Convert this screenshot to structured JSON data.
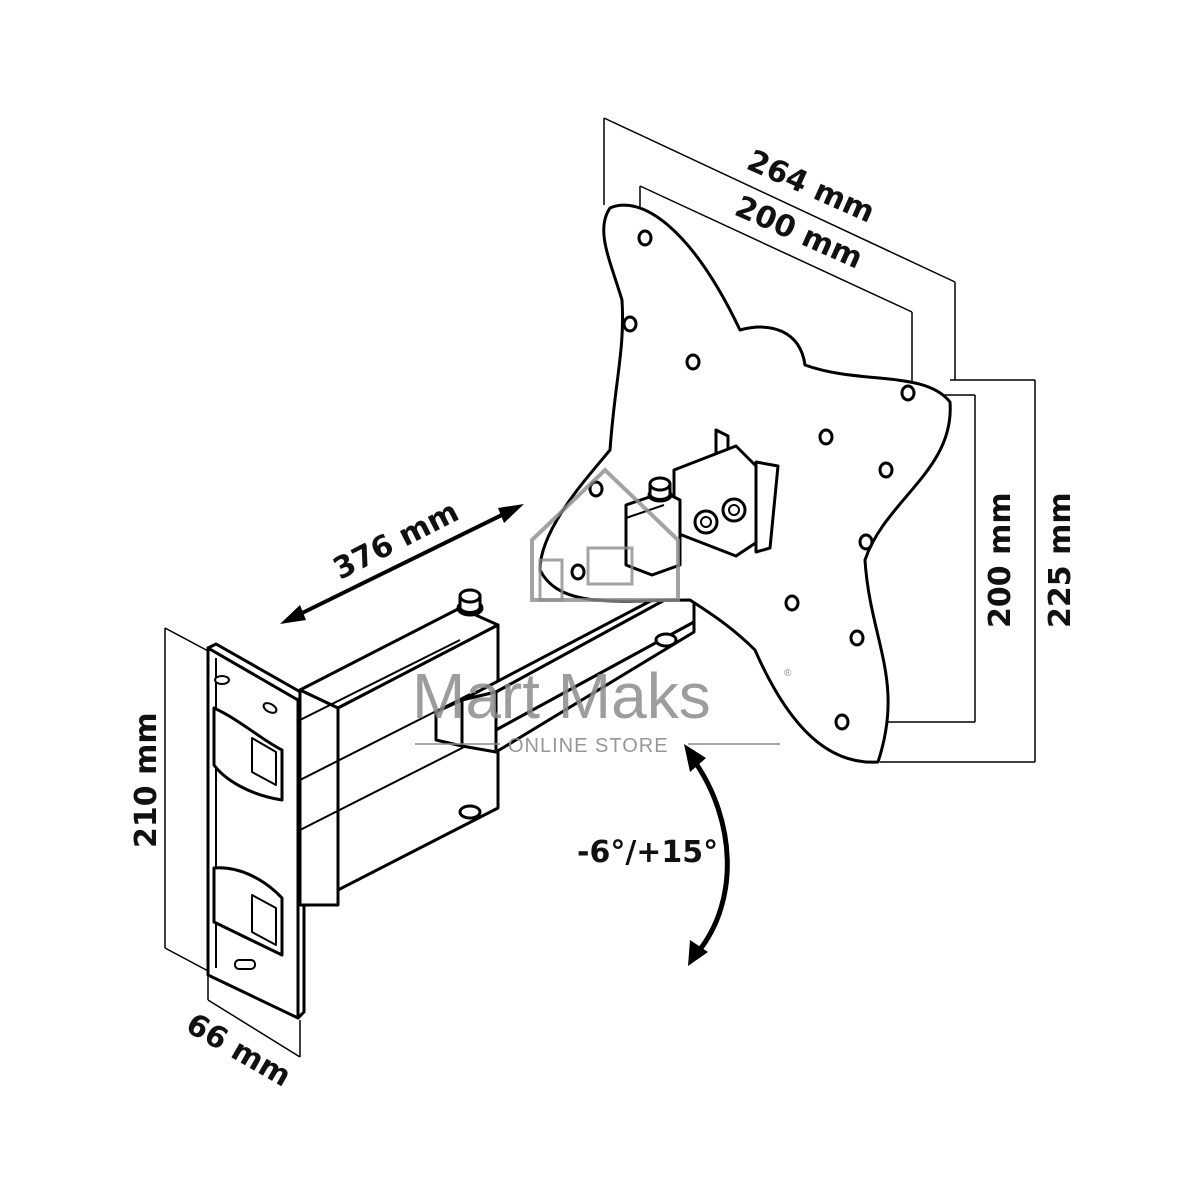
{
  "dimensions": {
    "plate_width_outer": "264 mm",
    "plate_hole_spacing_horizontal": "200 mm",
    "plate_hole_spacing_vertical": "200 mm",
    "plate_height_outer": "225 mm",
    "arm_extension": "376 mm",
    "wall_plate_height": "210 mm",
    "wall_plate_depth": "66 mm"
  },
  "tilt_range": "-6°/+15°",
  "watermark": {
    "brand": "Mart Maks",
    "tagline": "ONLINE STORE",
    "registered": "®"
  }
}
